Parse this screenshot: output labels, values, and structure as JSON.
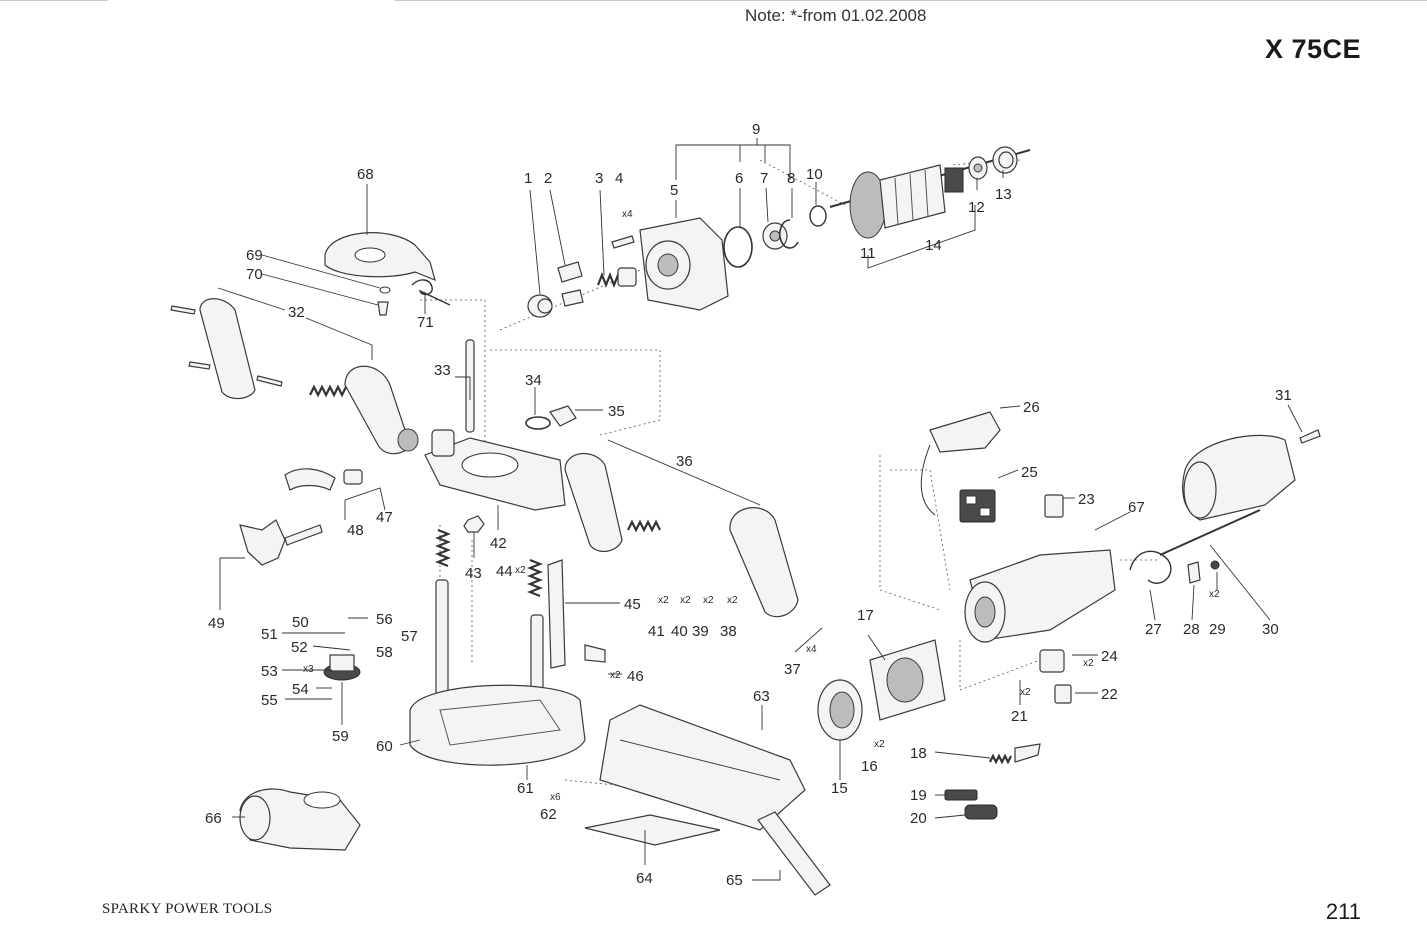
{
  "header": {
    "note": "Note:  *-from 01.02.2008",
    "model": "X 75CE"
  },
  "footer": {
    "brand": "SPARKY POWER TOOLS",
    "page_number": "211"
  },
  "labels": {
    "l1": "1",
    "l2": "2",
    "l3": "3",
    "l4": "4",
    "l5": "5",
    "l6": "6",
    "l7": "7",
    "l8": "8",
    "l9": "9",
    "l10": "10",
    "l11": "11",
    "l12": "12",
    "l13": "13",
    "l14": "14",
    "l15": "15",
    "l16": "16",
    "l17": "17",
    "l18": "18",
    "l19": "19",
    "l20": "20",
    "l21": "21",
    "l22": "22",
    "l23": "23",
    "l24": "24",
    "l25": "25",
    "l26": "26",
    "l27": "27",
    "l28": "28",
    "l29": "29",
    "l30": "30",
    "l31": "31",
    "l32": "32",
    "l33": "33",
    "l34": "34",
    "l35": "35",
    "l36": "36",
    "l37": "37",
    "l38": "38",
    "l39": "39",
    "l40": "40",
    "l41": "41",
    "l42": "42",
    "l43": "43",
    "l44": "44",
    "l45": "45",
    "l46": "46",
    "l47": "47",
    "l48": "48",
    "l49": "49",
    "l50": "50",
    "l51": "51",
    "l52": "52",
    "l53": "53",
    "l54": "54",
    "l55": "55",
    "l56": "56",
    "l57": "57",
    "l58": "58",
    "l59": "59",
    "l60": "60",
    "l61": "61",
    "l62": "62",
    "l63": "63",
    "l64": "64",
    "l65": "65",
    "l66": "66",
    "l67": "67",
    "l68": "68",
    "l69": "69",
    "l70": "70",
    "l71": "71"
  },
  "quantities": {
    "q4": "x4",
    "q24": "x2",
    "q29": "x2",
    "q16": "x2",
    "q21": "x2",
    "q37": "x4",
    "q38": "x2",
    "q39": "x2",
    "q40": "x2",
    "q41": "x2",
    "q44": "x2",
    "q46": "x2",
    "q53": "x3",
    "q62": "x6"
  }
}
